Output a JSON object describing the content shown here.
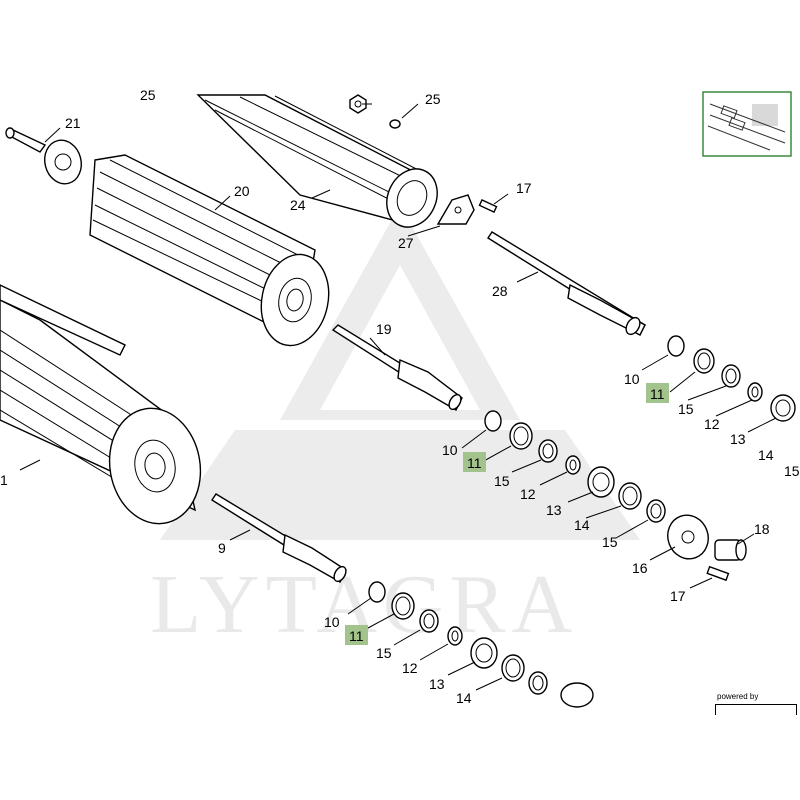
{
  "watermark": {
    "brand": "LYTAGRA"
  },
  "badge": {
    "text": "powered by"
  },
  "labels": {
    "l25a": "25",
    "l25": "25",
    "l21": "21",
    "l20": "20",
    "l24": "24",
    "l17a": "17",
    "l27": "27",
    "l28": "28",
    "l19": "19",
    "l10a": "10",
    "l11a": "11",
    "l15a": "15",
    "l12a": "12",
    "l13a": "13",
    "l14a": "14",
    "l15b": "15",
    "l10b": "10",
    "l11b": "11",
    "l15c": "15",
    "l12b": "12",
    "l13b": "13",
    "l14b": "14",
    "l15d": "15",
    "l18": "18",
    "l16": "16",
    "l17b": "17",
    "l1": "1",
    "l9": "9",
    "l10c": "10",
    "l11c": "11",
    "l15e": "15",
    "l12c": "12",
    "l13c": "13",
    "l14c": "14"
  },
  "colors": {
    "highlight": "#a3c38c",
    "thumbnail_border": "#3c8a3c"
  }
}
